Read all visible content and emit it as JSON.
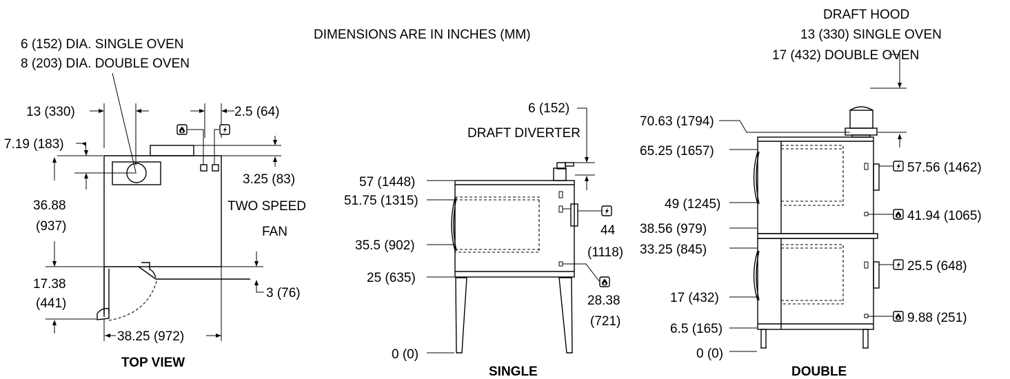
{
  "header": {
    "units_note": "DIMENSIONS ARE IN INCHES (MM)"
  },
  "top_view": {
    "caption": "TOP VIEW",
    "flue_dia_single": "6 (152) DIA. SINGLE OVEN",
    "flue_dia_double": "8 (203) DIA. DOUBLE OVEN",
    "dim_13": "13 (330)",
    "dim_2_5": "2.5 (64)",
    "dim_7_19": "7.19 (183)",
    "dim_36_88_a": "36.88",
    "dim_36_88_b": "(937)",
    "dim_3_25": "3.25 (83)",
    "fan_line1": "TWO SPEED",
    "fan_line2": "FAN",
    "dim_17_38_a": "17.38",
    "dim_17_38_b": "(441)",
    "dim_3": "3 (76)",
    "dim_38_25": "38.25 (972)"
  },
  "single": {
    "caption": "SINGLE",
    "diverter_dim": "6 (152)",
    "diverter_label": "DRAFT DIVERTER",
    "h_57": "57 (1448)",
    "h_51_75": "51.75 (1315)",
    "h_35_5": "35.5 (902)",
    "h_25": "25 (635)",
    "h_0": "0 (0)",
    "elec_a": "44",
    "elec_b": "(1118)",
    "gas_a": "28.38",
    "gas_b": "(721)"
  },
  "double": {
    "caption": "DOUBLE",
    "hood_line1": "DRAFT HOOD",
    "hood_line2": "13 (330) SINGLE OVEN",
    "hood_line3": "17 (432) DOUBLE OVEN",
    "h_70_63": "70.63 (1794)",
    "h_65_25": "65.25 (1657)",
    "h_49": "49 (1245)",
    "h_38_56": "38.56 (979)",
    "h_33_25": "33.25 (845)",
    "h_17": "17 (432)",
    "h_6_5": "6.5 (165)",
    "h_0": "0 (0)",
    "elec_upper": "57.56 (1462)",
    "gas_upper": "41.94 (1065)",
    "elec_lower": "25.5 (648)",
    "gas_lower": "9.88 (251)"
  },
  "icons": [
    "gas-flame-icon",
    "electric-bolt-icon"
  ]
}
